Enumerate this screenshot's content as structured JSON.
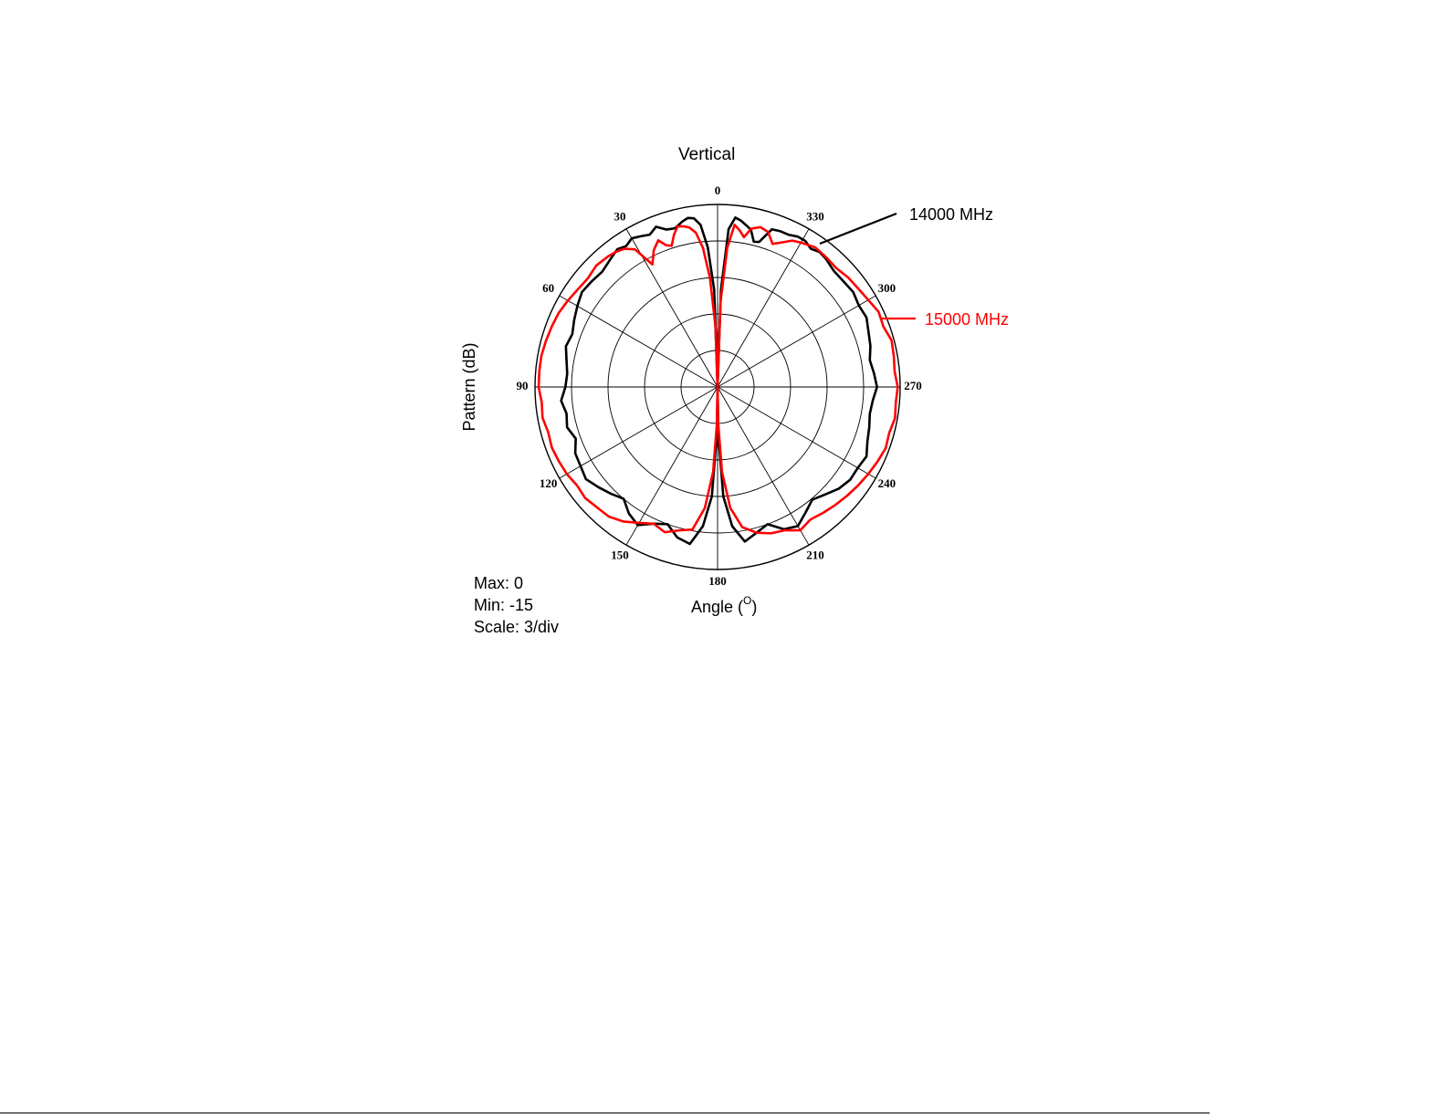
{
  "chart_data": {
    "type": "polar",
    "title": "Vertical",
    "xlabel": "Angle (",
    "xlabel_superscript": "O",
    "xlabel_suffix": ")",
    "ylabel": "Pattern (dB)",
    "angle_tick_labels": [
      "0",
      "30",
      "60",
      "90",
      "120",
      "150",
      "180",
      "210",
      "240",
      "270",
      "300",
      "330"
    ],
    "radial_range_db": [
      -15,
      0
    ],
    "radial_step_db": 3,
    "angular_grid_step_deg": 30,
    "grid": true,
    "stats": {
      "max": "Max: 0",
      "min": "Min: -15",
      "scale": "Scale: 3/div"
    },
    "series": [
      {
        "name": "14000 MHz",
        "color": "#000000",
        "angles_deg": [
          0,
          2,
          4,
          6,
          8,
          10,
          12,
          15,
          18,
          21,
          24,
          27,
          30,
          33,
          36,
          40,
          45,
          50,
          55,
          60,
          65,
          70,
          75,
          80,
          85,
          90,
          95,
          100,
          105,
          110,
          115,
          120,
          125,
          130,
          135,
          140,
          145,
          150,
          155,
          160,
          165,
          170,
          174,
          177,
          179,
          180,
          181,
          183,
          186,
          190,
          195,
          200,
          205,
          210,
          215,
          220,
          225,
          230,
          235,
          240,
          245,
          250,
          255,
          260,
          265,
          270,
          275,
          280,
          285,
          290,
          295,
          300,
          305,
          310,
          315,
          320,
          323,
          326,
          329,
          332,
          335,
          338,
          341,
          344,
          346,
          348,
          350,
          352,
          354,
          356,
          358,
          360
        ],
        "values_db": [
          -15,
          -7,
          -3.5,
          -1.6,
          -1.0,
          -0.9,
          -1.1,
          -1.5,
          -1.4,
          -0.9,
          -1.3,
          -1.1,
          -0.9,
          -1.2,
          -1.0,
          -1.3,
          -1.6,
          -1.5,
          -1.4,
          -1.7,
          -2.0,
          -2.3,
          -2.1,
          -2.4,
          -2.6,
          -2.5,
          -2.1,
          -2.4,
          -2.2,
          -2.6,
          -2.1,
          -2.0,
          -1.8,
          -2.2,
          -2.6,
          -3.0,
          -2.3,
          -1.9,
          -2.6,
          -3.0,
          -2.2,
          -1.9,
          -3.5,
          -6,
          -11,
          -15,
          -11,
          -6,
          -3.5,
          -2.1,
          -2.6,
          -3.0,
          -2.1,
          -1.8,
          -2.4,
          -2.9,
          -2.5,
          -2.0,
          -1.7,
          -1.7,
          -1.5,
          -1.9,
          -2.1,
          -2.3,
          -2.2,
          -1.9,
          -2.1,
          -2.3,
          -2.0,
          -1.8,
          -1.5,
          -1.6,
          -1.4,
          -1.5,
          -1.5,
          -1.2,
          -1.1,
          -1.3,
          -1.0,
          -1.0,
          -1.2,
          -1.2,
          -1.3,
          -2.6,
          -2.7,
          -1.8,
          -1.5,
          -1.2,
          -1.0,
          -2.0,
          -7,
          -15
        ]
      },
      {
        "name": "15000 MHz",
        "color": "#ff0000",
        "angles_deg": [
          0,
          2,
          4,
          6,
          8,
          10,
          12,
          14,
          16,
          18,
          20,
          22,
          25,
          28,
          31,
          34,
          37,
          40,
          45,
          50,
          55,
          60,
          65,
          70,
          75,
          80,
          85,
          90,
          95,
          100,
          105,
          110,
          115,
          120,
          125,
          130,
          135,
          140,
          145,
          150,
          155,
          160,
          165,
          170,
          174,
          177,
          179,
          180,
          181,
          183,
          186,
          190,
          195,
          200,
          205,
          210,
          215,
          220,
          225,
          230,
          235,
          240,
          245,
          250,
          255,
          260,
          265,
          270,
          275,
          280,
          285,
          290,
          295,
          300,
          305,
          310,
          315,
          320,
          325,
          330,
          333,
          336,
          339,
          342,
          345,
          348,
          350,
          352,
          354,
          356,
          358,
          360
        ],
        "values_db": [
          -15,
          -10,
          -6,
          -3.5,
          -2.2,
          -1.7,
          -1.5,
          -1.4,
          -2.0,
          -2.8,
          -2.6,
          -2.0,
          -2.6,
          -3.6,
          -1.8,
          -1.3,
          -1.1,
          -1.0,
          -0.9,
          -1.1,
          -1.0,
          -0.8,
          -0.6,
          -0.5,
          -0.4,
          -0.3,
          -0.3,
          -0.3,
          -0.5,
          -0.4,
          -0.6,
          -0.5,
          -0.6,
          -0.7,
          -0.9,
          -0.8,
          -1.0,
          -1.1,
          -1.5,
          -2.1,
          -2.6,
          -2.3,
          -2.8,
          -3.1,
          -5,
          -8,
          -12,
          -15,
          -12,
          -8,
          -5,
          -3.3,
          -2.6,
          -2.2,
          -2.0,
          -1.4,
          -1.7,
          -1.5,
          -1.3,
          -1.1,
          -0.9,
          -0.7,
          -0.5,
          -0.3,
          -0.4,
          -0.2,
          -0.3,
          -0.2,
          -0.4,
          -0.3,
          -0.2,
          -0.5,
          -0.4,
          -0.7,
          -0.9,
          -1.0,
          -1.2,
          -1.1,
          -1.0,
          -1.3,
          -1.5,
          -2.0,
          -2.4,
          -1.6,
          -1.4,
          -1.7,
          -2.5,
          -2.0,
          -1.6,
          -3.5,
          -8,
          -15
        ]
      }
    ],
    "annotations": [
      {
        "text": "14000 MHz",
        "color": "#000000",
        "series": "14000 MHz"
      },
      {
        "text": "15000 MHz",
        "color": "#ff0000",
        "series": "15000 MHz"
      }
    ]
  }
}
